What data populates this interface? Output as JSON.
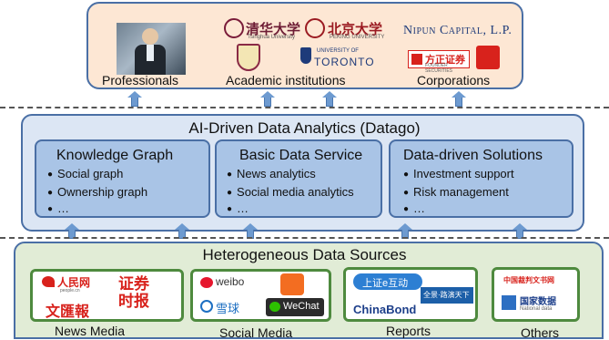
{
  "consumers": {
    "categories": [
      {
        "label": "Professionals"
      },
      {
        "label": "Academic institutions"
      },
      {
        "label": "Corporations"
      }
    ],
    "logos": {
      "tsinghua": "清华大学",
      "tsinghua_sub": "Tsinghua University",
      "peking": "北京大学",
      "peking_sub": "PEKING UNIVERSITY",
      "university_of": "UNIVERSITY OF",
      "toronto": "TORONTO",
      "nipun": "Nipun Capital, L.P.",
      "founder": "方正证券",
      "founder_sub": "FOUNDER SECURITIES"
    }
  },
  "analytics": {
    "title": "AI-Driven Data Analytics (Datago)",
    "modules": [
      {
        "title": "Knowledge Graph",
        "bullets": [
          "Social graph",
          "Ownership graph",
          "…"
        ]
      },
      {
        "title": "Basic Data Service",
        "bullets": [
          "News analytics",
          "Social media analytics",
          "…"
        ]
      },
      {
        "title": "Data-driven Solutions",
        "bullets": [
          "Investment support",
          "Risk management",
          "…"
        ]
      }
    ]
  },
  "sources": {
    "title": "Heterogeneous Data Sources",
    "groups": [
      {
        "label": "News Media"
      },
      {
        "label": "Social Media"
      },
      {
        "label": "Reports"
      },
      {
        "label": "Others"
      }
    ],
    "logos": {
      "renmin": "人民网",
      "renmin_sub": "people.cn",
      "wenhui": "文匯報",
      "securities_times": "证券时报",
      "weibo": "weibo",
      "xueqiu": "雪球",
      "wechat": "WeChat",
      "sse": "上证e互动",
      "quanjing": "全景·路演天下",
      "chinabond": "ChinaBond",
      "cninfo": "中国裁判文书网",
      "national_data": "国家数据",
      "national_data_en": "National data"
    }
  }
}
